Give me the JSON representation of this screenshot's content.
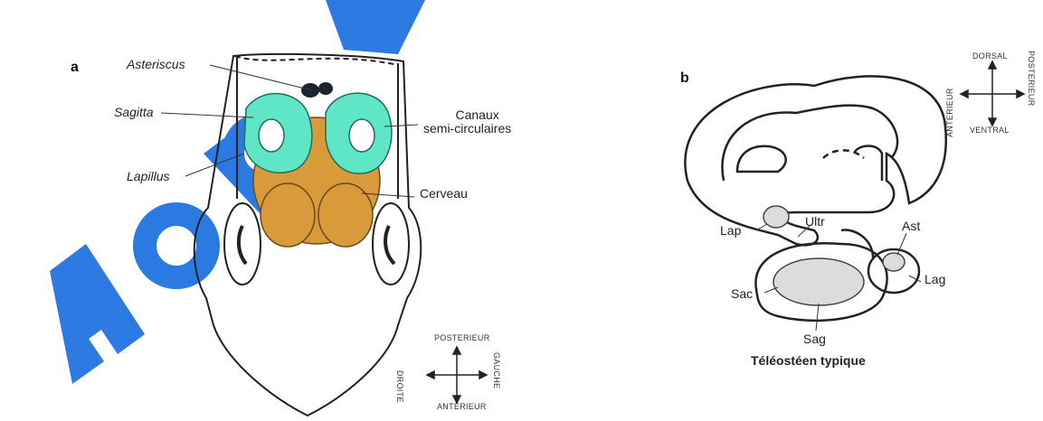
{
  "panel_a": {
    "letter": "a",
    "labels": {
      "asteriscus": "Asteriscus",
      "sagitta": "Sagitta",
      "lapillus": "Lapillus",
      "canaux_line1": "Canaux",
      "canaux_line2": "semi-circulaires",
      "cerveau": "Cerveau"
    },
    "compass": {
      "top": "POSTERIEUR",
      "bottom": "ANTERIEUR",
      "left": "DROITE",
      "right": "GAUCHE"
    },
    "colors": {
      "canals": "#5fe6c6",
      "brain": "#d99a3c"
    }
  },
  "panel_b": {
    "letter": "b",
    "labels": {
      "lap": "Lap",
      "ultr": "Ultr",
      "ast": "Ast",
      "lag": "Lag",
      "sac": "Sac",
      "sag": "Sag"
    },
    "caption": "Téléostéen typique",
    "compass": {
      "top": "DORSAL",
      "bottom": "VENTRAL",
      "left": "ANTERIEUR",
      "right": "POSTERIEUR"
    }
  },
  "watermark": {
    "text": "Rapport",
    "color": "#1a6fe0"
  }
}
